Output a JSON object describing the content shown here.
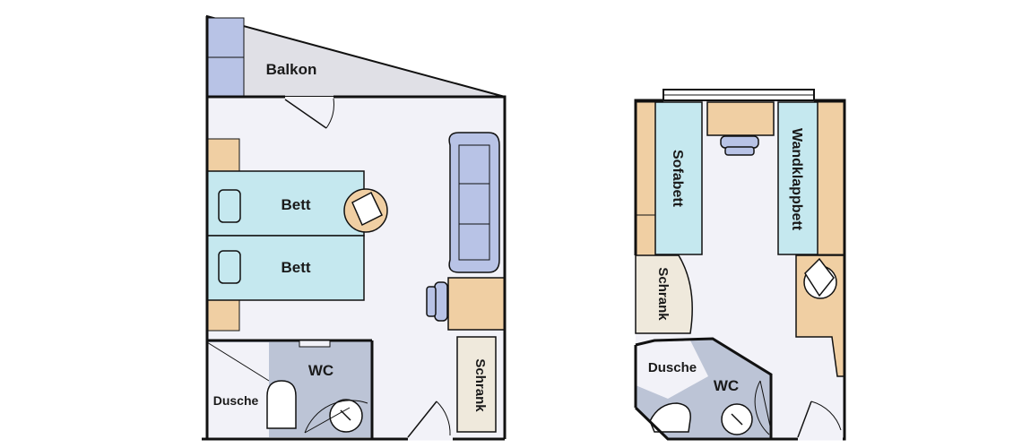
{
  "plans": {
    "left": {
      "labels": {
        "balcony": "Balkon",
        "bed_upper": "Bett",
        "bed_lower": "Bett",
        "wc": "WC",
        "shower": "Dusche",
        "wardrobe": "Schrank"
      }
    },
    "right": {
      "labels": {
        "sofa_bed": "Sofabett",
        "wall_bed": "Wandklappbett",
        "wardrobe": "Schrank",
        "shower": "Dusche",
        "wc": "WC"
      }
    }
  },
  "colors": {
    "floor": "#f2f2f8",
    "balcony": "#e0e0e6",
    "bed": "#c5e8ef",
    "wood": "#f0cfa3",
    "furniture_blue": "#b8c3e6",
    "bath": "#bcc4d6",
    "wardrobe": "#efe9dc",
    "wall": "#111111"
  }
}
